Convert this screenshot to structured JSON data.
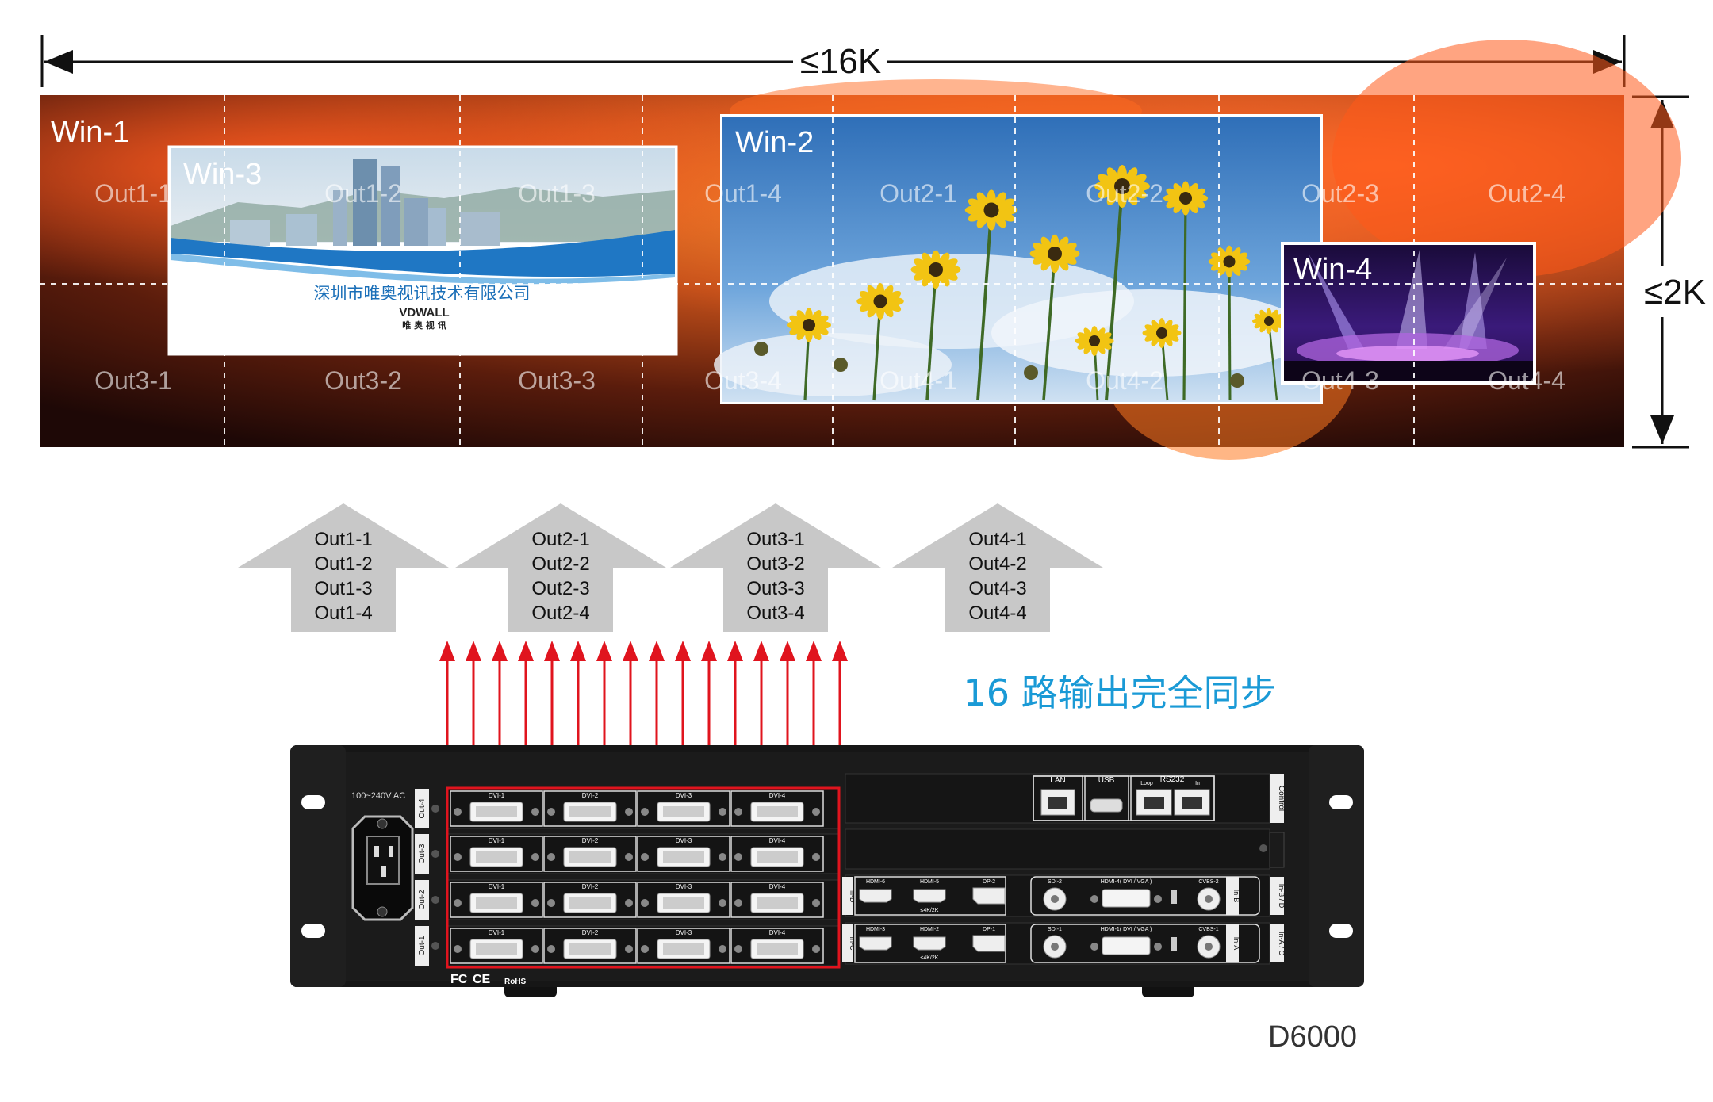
{
  "dims": {
    "width_label": "≤16K",
    "height_label": "≤2K"
  },
  "windows": [
    {
      "id": "win1",
      "label": "Win-1"
    },
    {
      "id": "win2",
      "label": "Win-2"
    },
    {
      "id": "win3",
      "label": "Win-3"
    },
    {
      "id": "win4",
      "label": "Win-4"
    }
  ],
  "win3_content": {
    "company": "深圳市唯奥视讯技术有限公司",
    "brand": "VDWALL",
    "brand_cn": "唯 奥 视 讯"
  },
  "grid_labels": {
    "row1": [
      "Out1-1",
      "Out1-2",
      "Out1-3",
      "Out1-4",
      "Out2-1",
      "Out2-2",
      "Out2-3",
      "Out2-4"
    ],
    "row2": [
      "Out3-1",
      "Out3-2",
      "Out3-3",
      "Out3-4",
      "Out4-1",
      "Out4-2",
      "Out4-3",
      "Out4-4"
    ]
  },
  "arrow_groups": [
    {
      "lines": [
        "Out1-1",
        "Out1-2",
        "Out1-3",
        "Out1-4"
      ]
    },
    {
      "lines": [
        "Out2-1",
        "Out2-2",
        "Out2-3",
        "Out2-4"
      ]
    },
    {
      "lines": [
        "Out3-1",
        "Out3-2",
        "Out3-3",
        "Out3-4"
      ]
    },
    {
      "lines": [
        "Out4-1",
        "Out4-2",
        "Out4-3",
        "Out4-4"
      ]
    }
  ],
  "sync_caption": "16 路输出完全同步",
  "device": {
    "model": "D6000",
    "power": "100~240V  AC",
    "out_labels": [
      "Out-4",
      "Out-3",
      "Out-2",
      "Out-1"
    ],
    "dvi_labels": [
      "DVI-1",
      "DVI-2",
      "DVI-3",
      "DVI-4"
    ],
    "control": {
      "lan": "LAN",
      "usb": "USB",
      "rs232": "RS232",
      "loop": "Loop",
      "in": "In",
      "side": "Control"
    },
    "input_d": {
      "side": "In-D",
      "ports": [
        "HDMI-6",
        "HDMI-5",
        "DP-2"
      ],
      "res": "≤4K/2K"
    },
    "input_c": {
      "side": "In-C",
      "ports": [
        "HDMI-3",
        "HDMI-2",
        "DP-1"
      ],
      "res": "≤4K/2K"
    },
    "input_b": {
      "side": "In-B",
      "ports": [
        "SDI-2",
        "HDMI-4( DVI / VGA )",
        "CVBS-2"
      ],
      "outer": "In-B / D"
    },
    "input_a": {
      "side": "In-A",
      "ports": [
        "SDI-1",
        "HDMI-1( DVI / VGA )",
        "CVBS-1"
      ],
      "outer": "In-A / C"
    },
    "certs": [
      "FC",
      "CE",
      "RoHS"
    ]
  },
  "colors": {
    "arrow_red": "#e0141e",
    "caption_blue": "#1a9ad6",
    "arrow_gray": "#c8c8c8",
    "chassis": "#1b1b1b"
  }
}
